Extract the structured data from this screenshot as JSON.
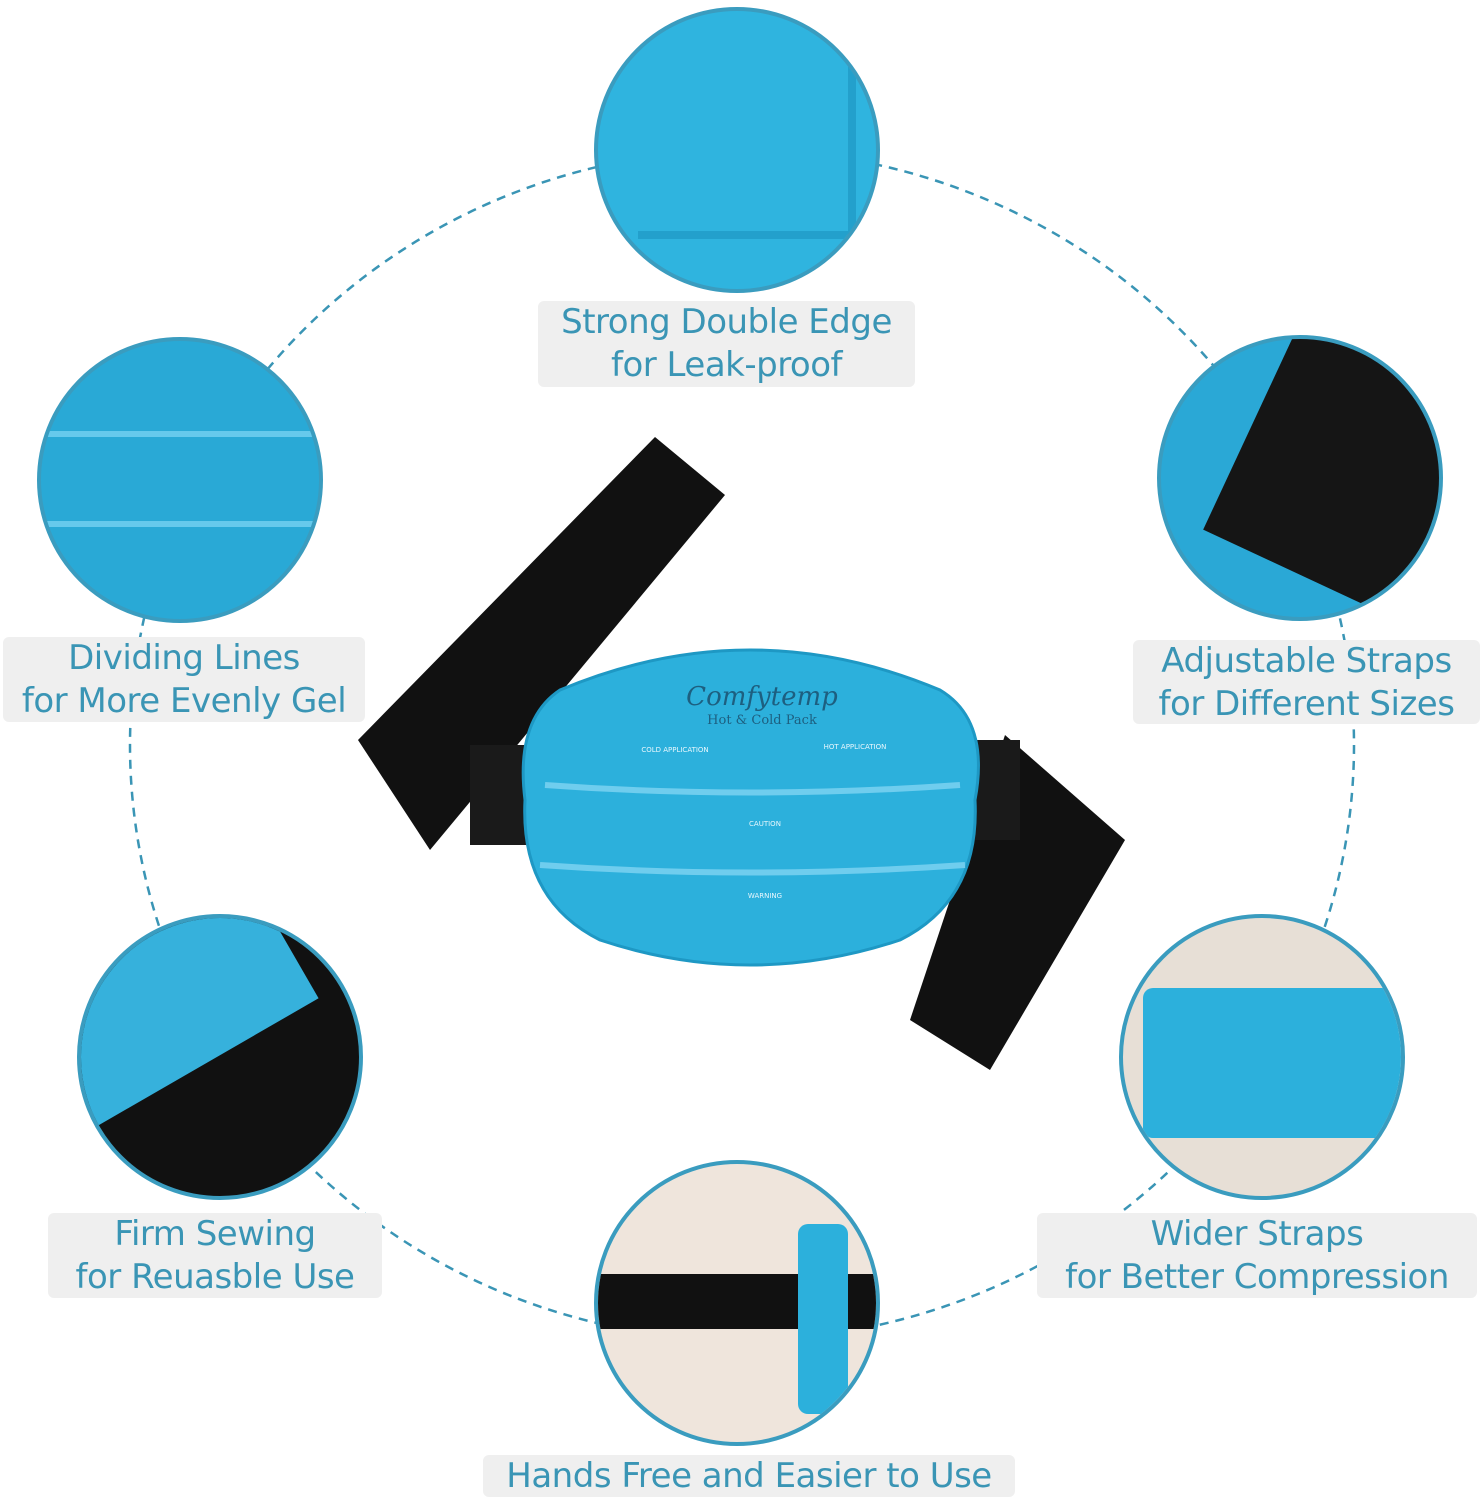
{
  "features": [
    {
      "line1": "Strong Double Edge",
      "line2": "for Leak-proof"
    },
    {
      "line1": "Dividing Lines",
      "line2": "for More Evenly Gel"
    },
    {
      "line1": "Adjustable Straps",
      "line2": "for Different Sizes"
    },
    {
      "line1": "Firm Sewing",
      "line2": "for Reuasble Use"
    },
    {
      "line1": "Wider Straps",
      "line2": "for Better Compression"
    },
    {
      "line1": "Hands Free and Easier to Use"
    }
  ],
  "product": {
    "brand": "Comfytemp",
    "subtitle": "Hot & Cold Pack",
    "cold": "COLD APPLICATION",
    "hot": "HOT APPLICATION",
    "caution": "CAUTION",
    "warning": "WARNING"
  },
  "colors": {
    "accent": "#3a95b5",
    "gel": "#29a9d6",
    "strap": "#111111",
    "label_bg": "#efefef"
  }
}
